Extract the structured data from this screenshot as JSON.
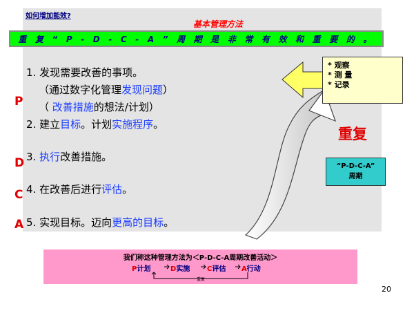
{
  "header": {
    "link_text": "如何增加能效?",
    "title": "基本管理方法",
    "banner": "重 复 “ P - D - C - A ” 周 期 是 非 常 有 效 和 重 要 的 。"
  },
  "letters": [
    "P",
    "D",
    "C",
    "A"
  ],
  "items": {
    "item1_main": "1. 发现需要改善的事项。",
    "item1_sub1_a": "（通过数字化管理",
    "item1_sub1_b": "发现问题",
    "item1_sub1_c": "）",
    "item1_sub2_a": "（ ",
    "item1_sub2_b": "改善措施",
    "item1_sub2_c": "的想法/计划）",
    "item2_a": "2. 建立",
    "item2_b": "目标",
    "item2_c": "。计划",
    "item2_d": "实施程序",
    "item2_e": "。",
    "item3_a": "3. ",
    "item3_b": "执行",
    "item3_c": "改善措施。",
    "item4_a": "4. 在改善后进行",
    "item4_b": "评估",
    "item4_c": "。",
    "item5_a": "5. 实现目标。迈向",
    "item5_b": "更高的目标",
    "item5_c": "。"
  },
  "side_note": {
    "lines": [
      "* 观察",
      "* 测 量",
      "* 记录"
    ]
  },
  "repeat_label": "重复",
  "cycle_box": {
    "line1": "“P-D-C-A”",
    "line2": "周期"
  },
  "bottom": {
    "title": "我们称这种管理方法为＜P-D-C-A周期改善活动＞",
    "steps": [
      {
        "letter": "P",
        "text": "计划"
      },
      {
        "letter": "D",
        "text": "实施"
      },
      {
        "letter": "C",
        "text": "评估"
      },
      {
        "letter": "A",
        "text": "行动"
      }
    ],
    "repeat_small": "重复"
  },
  "page_number": "20",
  "colors": {
    "panel": "#e4e4e4",
    "banner": "#00ff00",
    "accent_red": "#e00000",
    "accent_blue": "#1a3cff",
    "note_bg": "#ffffcc",
    "cycle_bg": "#33cccc",
    "bottom_bg": "#ff99cc"
  }
}
